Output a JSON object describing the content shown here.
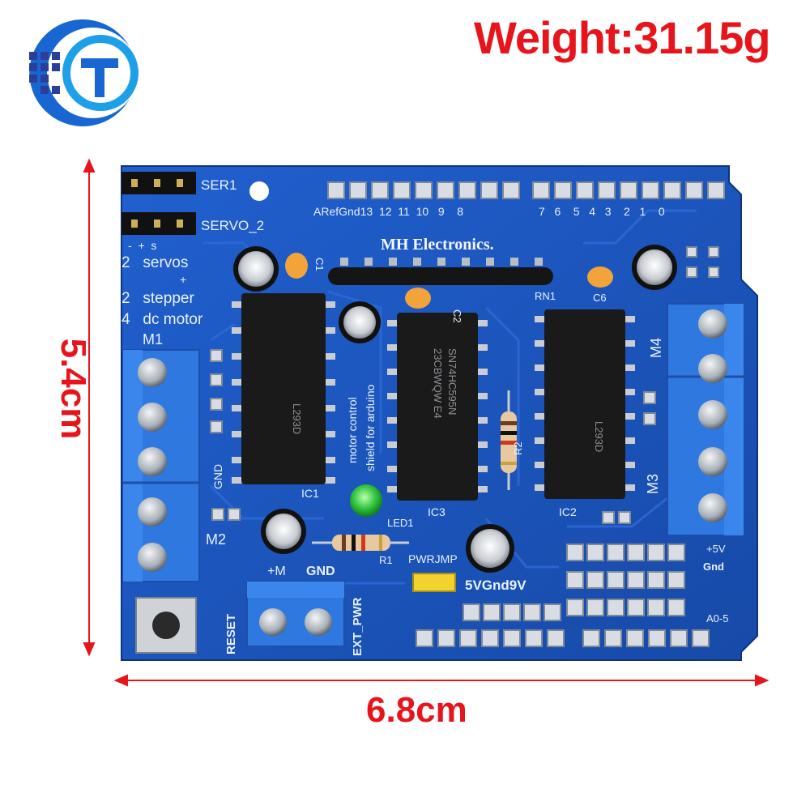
{
  "product": {
    "weight_label": "Weight:31.15g",
    "width_label": "6.8cm",
    "height_label": "5.4cm"
  },
  "board": {
    "brand": "MH  Electronics.",
    "header_ser1": "SER1",
    "header_servo2": "SERVO_2",
    "servo_pins": "-  +  s",
    "capabilities": [
      "2   servos",
      "+",
      "2   stepper",
      "4   dc motor"
    ],
    "m1": "M1",
    "m2": "M2",
    "m3": "M3",
    "m4": "M4",
    "gnd_side": "GND",
    "reset": "RESET",
    "plus_m": "+M",
    "gnd": "GND",
    "ext_pwr": "EXT_PWR",
    "pwrjmp": "PWRJMP",
    "jumper_opts": "5VGnd9V",
    "plus5v": "+5V",
    "gnd_small": "Gnd",
    "a05": "A0-5",
    "aref": "ARefGnd13  12  11  10   9    8",
    "digital": "7   6    5   4   3    2   1    0",
    "ic1": "IC1",
    "ic2": "IC2",
    "ic3": "IC3",
    "ic1_mark": "L293D",
    "ic2_mark": "L293D",
    "ic3_mark1": "23CBWQW E4",
    "ic3_mark2": "SN74HC595N",
    "rn1": "RN1",
    "led1": "LED1",
    "r1": "R1",
    "r2": "R2",
    "c2": "C2",
    "c6": "C6",
    "c1": "C1",
    "vertical_text1": "motor control",
    "vertical_text2": "shield for arduino"
  },
  "colors": {
    "pcb": "#1d56c2",
    "terminal": "#2f78e0",
    "accent_red": "#e8141c",
    "logo_blue": "#1a6fd8"
  }
}
